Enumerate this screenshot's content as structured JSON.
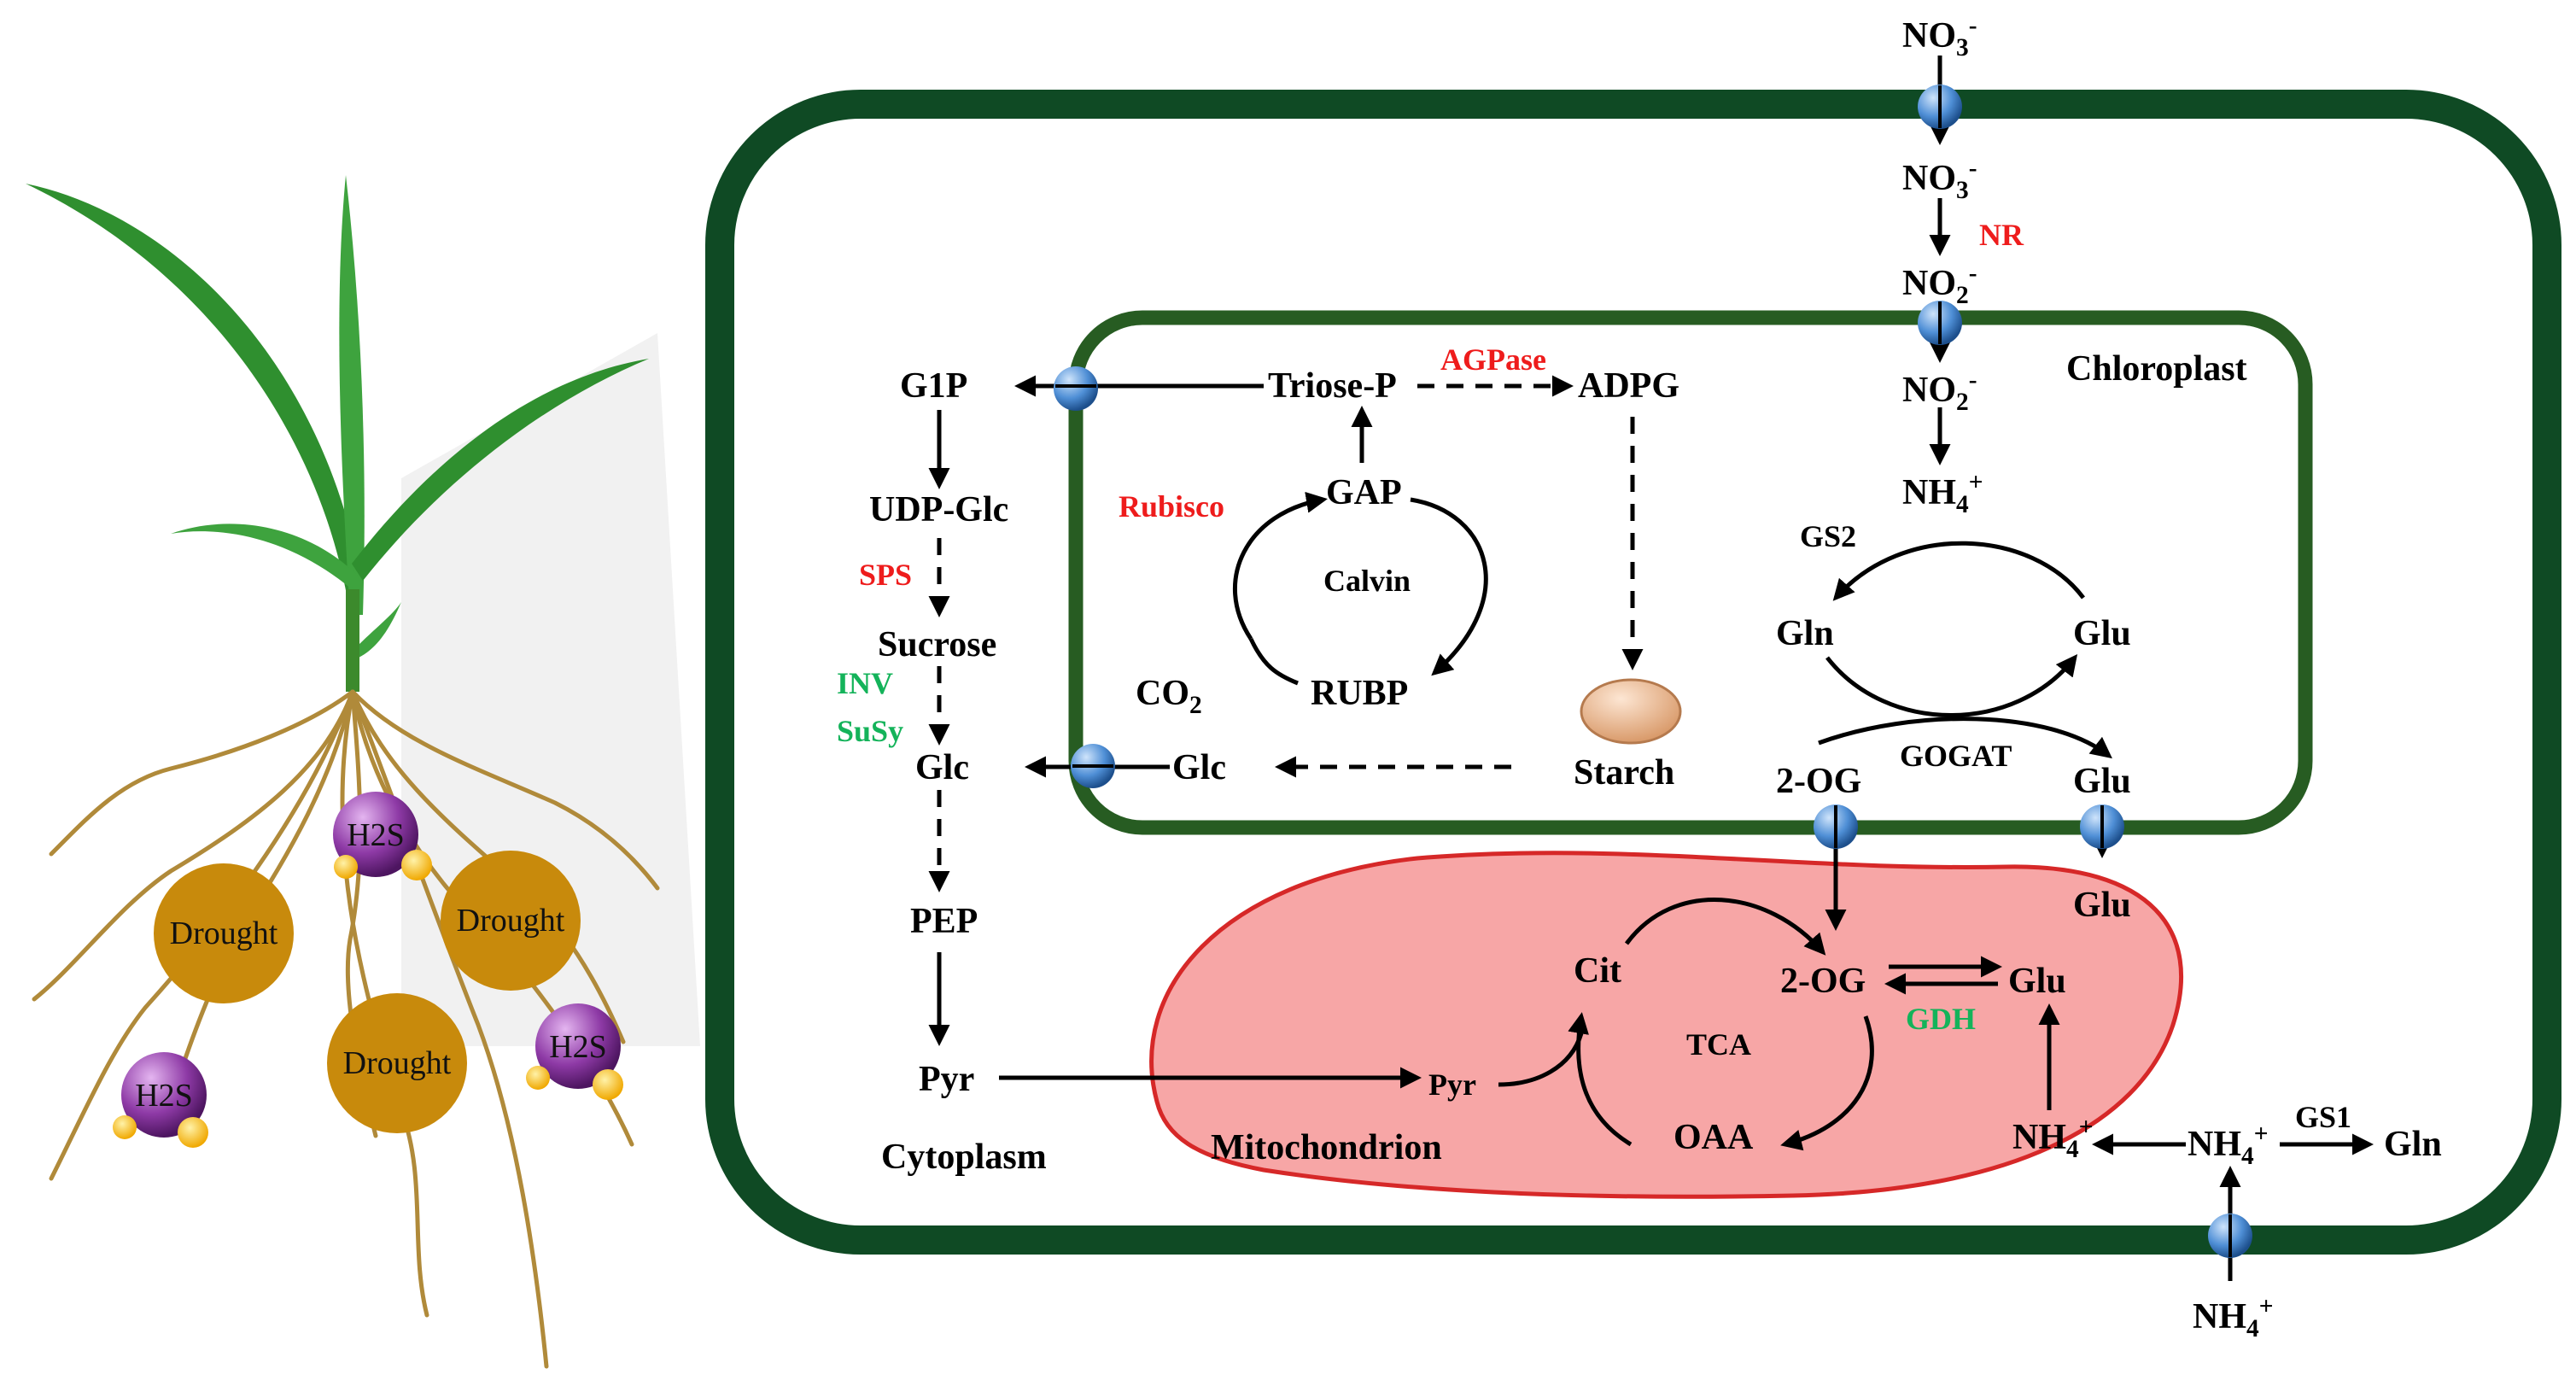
{
  "plant": {
    "drought_labels": [
      "Drought",
      "Drought",
      "Drought"
    ],
    "h2s_labels": [
      "H2S",
      "H2S",
      "H2S"
    ]
  },
  "compartments": {
    "chloroplast": "Chloroplast",
    "cytoplasm": "Cytoplasm",
    "mitochondrion": "Mitochondrion"
  },
  "metabolites": {
    "no3_out": "NO3-",
    "no3_in": "NO3-",
    "no2_cyto": "NO2-",
    "no2_chl": "NO2-",
    "nh4_chl": "NH4+",
    "g1p": "G1P",
    "triose_p": "Triose-P",
    "adpg": "ADPG",
    "udp_glc": "UDP-Glc",
    "gap": "GAP",
    "calvin": "Calvin",
    "co2": "CO2",
    "rubp": "RUBP",
    "sucrose": "Sucrose",
    "glc_cyto": "Glc",
    "glc_chl": "Glc",
    "starch": "Starch",
    "pep": "PEP",
    "pyr_cyto": "Pyr",
    "pyr_mito": "Pyr",
    "gln_chl": "Gln",
    "glu_chl_top": "Glu",
    "og_chl": "2-OG",
    "glu_chl_bottom": "Glu",
    "glu_cyto": "Glu",
    "cit": "Cit",
    "og_mito": "2-OG",
    "glu_mito": "Glu",
    "tca": "TCA",
    "oaa": "OAA",
    "nh4_mito": "NH4+",
    "nh4_cyto": "NH4+",
    "gln_cyto": "Gln",
    "nh4_out": "NH4+"
  },
  "enzymes": {
    "nr": "NR",
    "agpase": "AGPase",
    "rubisco": "Rubisco",
    "sps": "SPS",
    "inv": "INV",
    "susy": "SuSy",
    "gs2": "GS2",
    "gogat": "GOGAT",
    "gdh": "GDH",
    "gs1": "GS1"
  },
  "colors": {
    "cell_wall": "#0f4a24",
    "chloroplast_border": "#275c22",
    "mito_fill": "#f7a6a6",
    "mito_border": "#d62828",
    "transporter": "#4f8fd6",
    "drought": "#c88a0c",
    "h2s": "#8e3aa6",
    "starch": "#f6c9a4",
    "enzyme_up": "#ee1c1c",
    "enzyme_down": "#14b35a",
    "leaf": "#2f8f2f",
    "root": "#b08a3a"
  }
}
